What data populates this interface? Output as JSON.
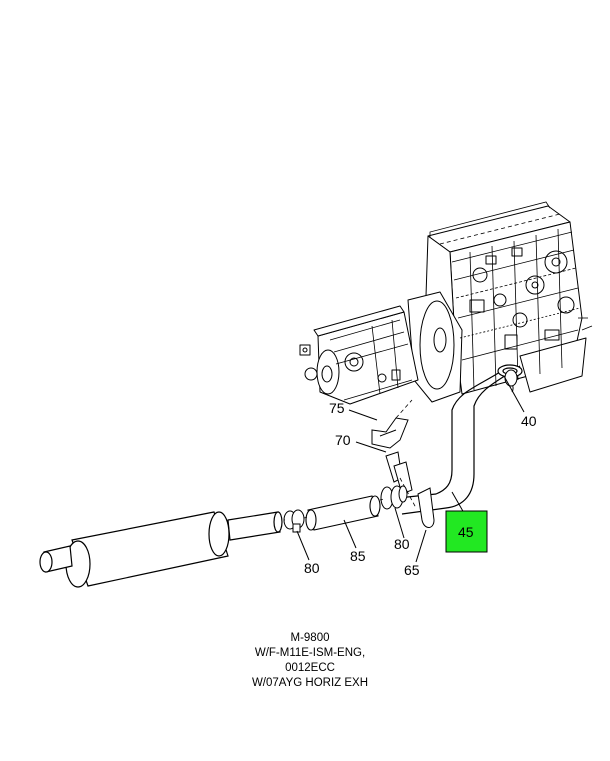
{
  "callouts": {
    "c40": "40",
    "c45": "45",
    "c65": "65",
    "c70": "70",
    "c75": "75",
    "c80a": "80",
    "c80b": "80",
    "c85": "85"
  },
  "caption": {
    "line1": "M-9800",
    "line2": "W/F-M11E-ISM-ENG,",
    "line3": "0012ECC",
    "line4": "W/07AYG HORIZ EXH"
  },
  "colors": {
    "highlight": "#22e822",
    "line": "#000000"
  }
}
